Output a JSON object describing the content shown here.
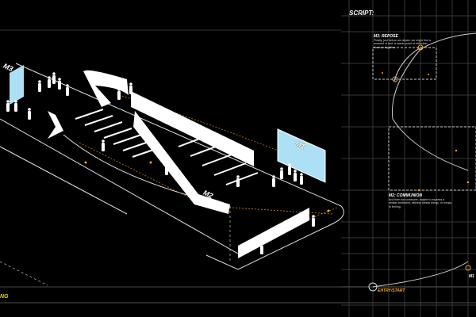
{
  "script_panel": {
    "title": "SCRIPT:",
    "m3": {
      "heading": "M3: REPOSE",
      "text": "Finally, just before we depart, we might find a moment of rest, a scenic point of reflection, alone or together."
    },
    "m2": {
      "heading": "M2: COMMUNION",
      "text": "And then we commune, maybe to express a similar sentiment, witness similar things, or simply to belong."
    },
    "m1": {
      "heading": "M1"
    },
    "entry": "ENTRY/START"
  },
  "diagram": {
    "labels": {
      "m1": "M1",
      "m2": "M2",
      "m3": "M3"
    },
    "footer_label": "NG"
  },
  "colors": {
    "background": "#000000",
    "line": "#ffffff",
    "accent": "#f5a623",
    "screen": "#aee0f5",
    "grid": "#555555"
  }
}
